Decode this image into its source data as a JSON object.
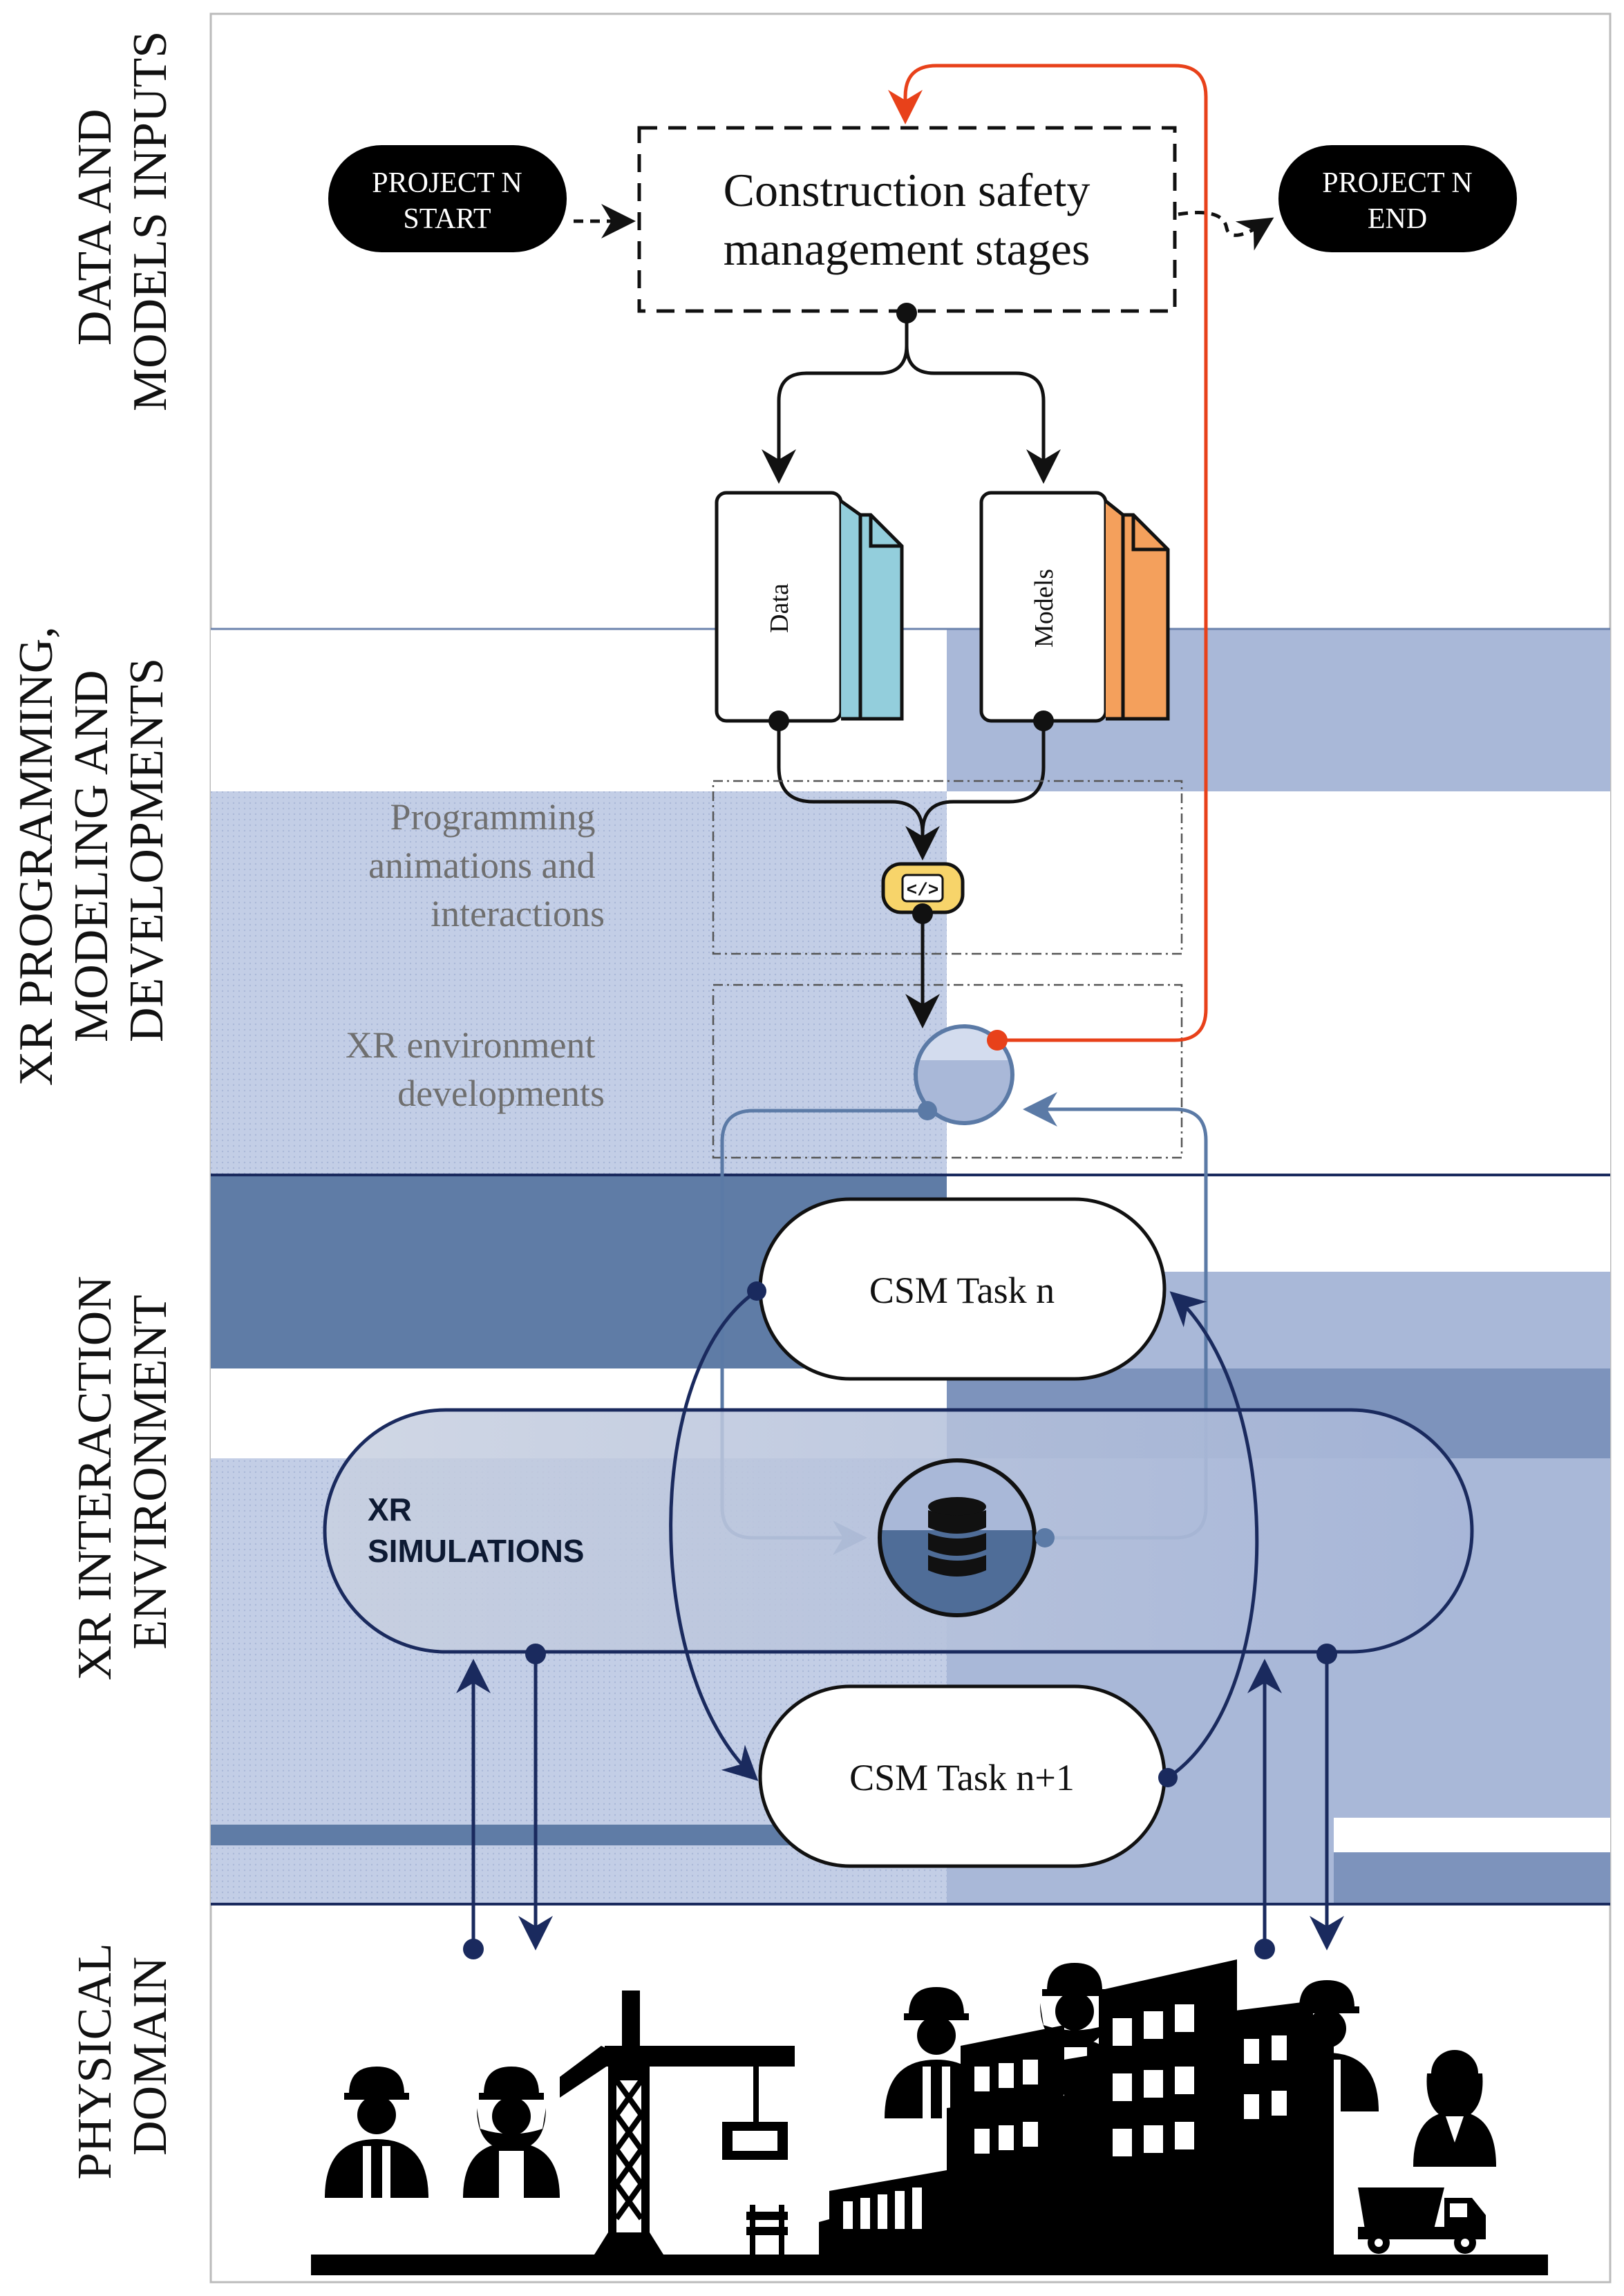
{
  "lanes": {
    "data_models_inputs": [
      "DATA AND",
      "MODELS INPUTS"
    ],
    "xr_programming": [
      "XR PROGRAMMING,",
      "MODELING AND",
      "DEVELOPMENTS"
    ],
    "xr_interaction": [
      "XR INTERACTION",
      "ENVIRONMENT"
    ],
    "physical_domain": [
      "PHYSICAL",
      "DOMAIN"
    ]
  },
  "terminals": {
    "start": [
      "PROJECT N",
      "START"
    ],
    "end": [
      "PROJECT N",
      "END"
    ]
  },
  "stage": [
    "Construction safety",
    "management stages"
  ],
  "documents": {
    "data": "Data",
    "models": "Models"
  },
  "side_labels": {
    "programming": [
      "Programming",
      "animations and",
      "interactions"
    ],
    "xr_env": [
      "XR environment",
      "developments"
    ]
  },
  "tasks": {
    "task_n": "CSM Task n",
    "task_n1": "CSM Task n+1"
  },
  "xr_simulations": [
    "XR",
    "SIMULATIONS"
  ],
  "icons": {
    "code": "code-icon",
    "database": "database-icon",
    "workers": "construction-worker-icon",
    "crane": "tower-crane-icon",
    "buildings": "building-icon",
    "truck": "dump-truck-icon",
    "barrier": "road-barrier-icon"
  },
  "colors": {
    "feedback_arrow": "#e8411a",
    "navy_arrow": "#1a2a5e",
    "steel_arrow": "#5b7aa6",
    "band_light": "#c9d3e8",
    "band_mid": "#a9b8d8",
    "band_dark": "#5f7ca6",
    "data_doc": "#93cedc",
    "models_doc": "#f4a05c",
    "code_badge": "#f7d46a"
  }
}
